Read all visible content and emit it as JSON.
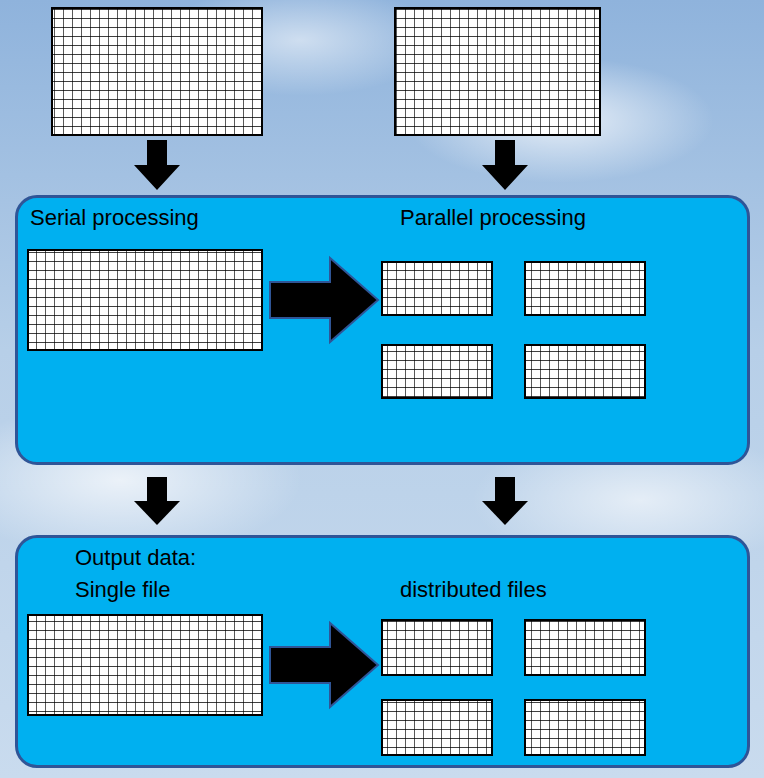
{
  "diagram": {
    "nodes": [
      {
        "text": [
          "Serial processing",
          "Parallel processing"
        ]
      },
      {
        "text": [
          "Output data: Single file",
          "distributed files"
        ]
      }
    ],
    "edges": [
      {
        "from": 0,
        "to": 1,
        "arrow": "to"
      },
      {
        "from": 0,
        "to": 1,
        "arrow": "to"
      }
    ]
  }
}
